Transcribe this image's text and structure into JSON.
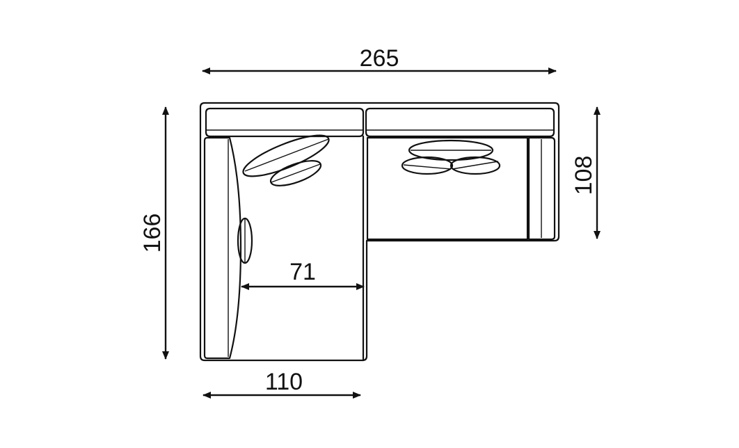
{
  "dimensions": {
    "total_width": "265",
    "total_depth": "166",
    "right_depth": "108",
    "chaise_width": "110",
    "seat_depth": "71"
  },
  "colors": {
    "line": "#111111",
    "background": "#ffffff"
  }
}
